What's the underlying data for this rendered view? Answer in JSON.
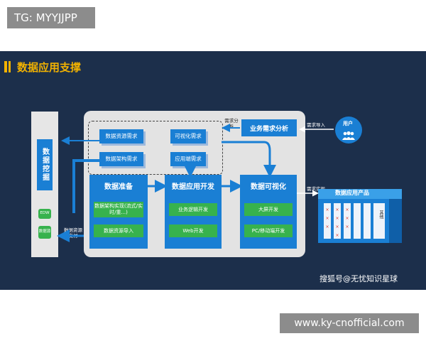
{
  "tg_label": "TG: MYYJJPP",
  "section_title": "数据应用支撑",
  "left": {
    "mining": "数据挖掘",
    "edw": "EDW",
    "mart": "数据源"
  },
  "requirements": {
    "resource": "数据资源需求",
    "architecture": "数据架构需求",
    "visual": "可视化需求",
    "app_end": "应用端需求"
  },
  "labels": {
    "req_analysis_side": "需求分析",
    "delivery": "数据资源交付",
    "req_import": "需求导入",
    "req_impl": "需求实现"
  },
  "business_analysis": "业务需求分析",
  "user": "用户",
  "columns": {
    "prep": {
      "title": "数据准备",
      "item1": "数据架构实现(流式/实时/重...)",
      "item2": "数据资源导入"
    },
    "dev": {
      "title": "数据应用开发",
      "item1": "业务逻辑开发",
      "item2": "Web开发"
    },
    "vis": {
      "title": "数据可视化",
      "item1": "大屏开发",
      "item2": "PC/移动端开发"
    }
  },
  "product": {
    "title": "数据应用产品",
    "other": "其他",
    "cross": "×"
  },
  "watermark": "搜狐号@无忧知识星球",
  "url": "www.ky-cnofficial.com"
}
